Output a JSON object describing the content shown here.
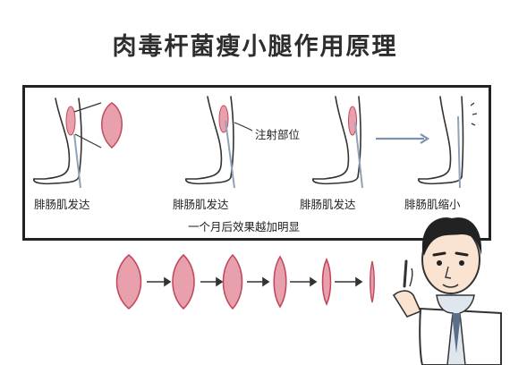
{
  "title": "肉毒杆菌瘦小腿作用原理",
  "stages": [
    {
      "label": "腓肠肌发达"
    },
    {
      "label": "腓肠肌发达",
      "annotation": "注射部位"
    },
    {
      "label": "腓肠肌发达"
    },
    {
      "label": "腓肠肌缩小"
    }
  ],
  "caption": "一个月后效果越加明显",
  "colors": {
    "muscle": "#e8a0ac",
    "muscle_outline": "#c14a5e",
    "line": "#333333",
    "arrow": "#7d93a8"
  }
}
